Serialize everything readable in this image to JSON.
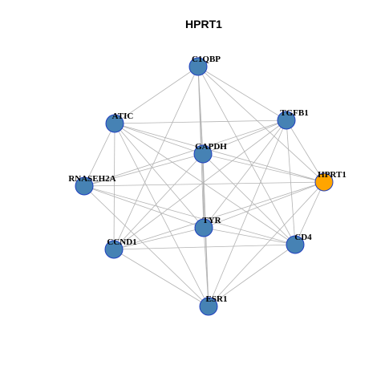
{
  "title": "HPRT1",
  "colors": {
    "node_default": "#4682b4",
    "node_focus": "#ffa500",
    "node_border": "#1f3fbf",
    "edge": "#b3b3b3"
  },
  "nodes": [
    {
      "id": "C1QBP",
      "label": "C1QBP",
      "focus": false
    },
    {
      "id": "TGFB1",
      "label": "TGFB1",
      "focus": false
    },
    {
      "id": "HPRT1",
      "label": "HPRT1",
      "focus": true
    },
    {
      "id": "CD4",
      "label": "CD4",
      "focus": false
    },
    {
      "id": "ESR1",
      "label": "ESR1",
      "focus": false
    },
    {
      "id": "CCND1",
      "label": "CCND1",
      "focus": false
    },
    {
      "id": "RNASEH2A",
      "label": "RNASEH2A",
      "focus": false
    },
    {
      "id": "ATIC",
      "label": "ATIC",
      "focus": false
    },
    {
      "id": "GAPDH",
      "label": "GAPDH",
      "focus": false
    },
    {
      "id": "TYR",
      "label": "TYR",
      "focus": false
    }
  ],
  "edges": [
    [
      "C1QBP",
      "ATIC"
    ],
    [
      "C1QBP",
      "TGFB1"
    ],
    [
      "C1QBP",
      "GAPDH"
    ],
    [
      "C1QBP",
      "HPRT1"
    ],
    [
      "C1QBP",
      "TYR"
    ],
    [
      "C1QBP",
      "CD4"
    ],
    [
      "C1QBP",
      "CCND1"
    ],
    [
      "C1QBP",
      "ESR1"
    ],
    [
      "ATIC",
      "TGFB1"
    ],
    [
      "ATIC",
      "GAPDH"
    ],
    [
      "ATIC",
      "HPRT1"
    ],
    [
      "ATIC",
      "TYR"
    ],
    [
      "ATIC",
      "CD4"
    ],
    [
      "ATIC",
      "CCND1"
    ],
    [
      "ATIC",
      "ESR1"
    ],
    [
      "TGFB1",
      "GAPDH"
    ],
    [
      "TGFB1",
      "RNASEH2A"
    ],
    [
      "TGFB1",
      "TYR"
    ],
    [
      "TGFB1",
      "CD4"
    ],
    [
      "TGFB1",
      "CCND1"
    ],
    [
      "TGFB1",
      "ESR1"
    ],
    [
      "TGFB1",
      "HPRT1"
    ],
    [
      "GAPDH",
      "RNASEH2A"
    ],
    [
      "GAPDH",
      "HPRT1"
    ],
    [
      "GAPDH",
      "TYR"
    ],
    [
      "GAPDH",
      "CD4"
    ],
    [
      "GAPDH",
      "CCND1"
    ],
    [
      "GAPDH",
      "ESR1"
    ],
    [
      "RNASEH2A",
      "HPRT1"
    ],
    [
      "RNASEH2A",
      "TYR"
    ],
    [
      "RNASEH2A",
      "CD4"
    ],
    [
      "RNASEH2A",
      "ESR1"
    ],
    [
      "RNASEH2A",
      "ATIC"
    ],
    [
      "HPRT1",
      "TYR"
    ],
    [
      "HPRT1",
      "CCND1"
    ],
    [
      "HPRT1",
      "CD4"
    ],
    [
      "HPRT1",
      "ESR1"
    ],
    [
      "TYR",
      "CCND1"
    ],
    [
      "TYR",
      "CD4"
    ],
    [
      "TYR",
      "ESR1"
    ],
    [
      "CCND1",
      "CD4"
    ],
    [
      "CCND1",
      "ESR1"
    ],
    [
      "CD4",
      "ESR1"
    ]
  ]
}
